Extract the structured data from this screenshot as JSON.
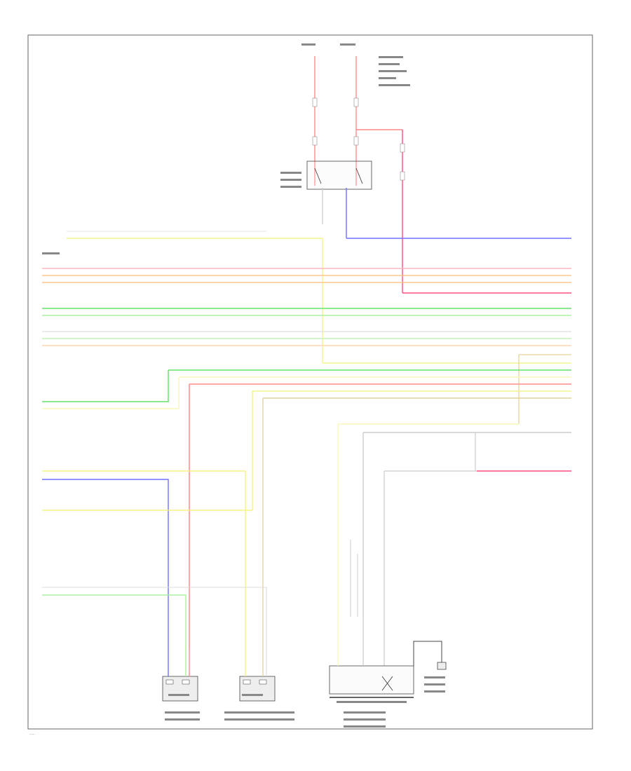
{
  "wire_colors": {
    "yellow": "#f3f38a",
    "light_yellow": "#f7f7b8",
    "red": "#ff8a8a",
    "pink": "#ffb6c1",
    "orange": "#ffc58a",
    "green": "#66e066",
    "light_green": "#aaf0a0",
    "blue": "#7070ff",
    "grey": "#cccccc",
    "magenta": "#ff5080",
    "tan": "#e6d49a",
    "peach": "#ffd6b0"
  },
  "chart_data": {
    "type": "wiring-diagram",
    "components": [
      "fuse-block-top",
      "relay-module",
      "left-connector",
      "actuator-left",
      "actuator-right",
      "control-module-bottom",
      "ground-switch",
      "motor-bottom-right"
    ]
  },
  "footer": {
    "page_code": "......"
  }
}
